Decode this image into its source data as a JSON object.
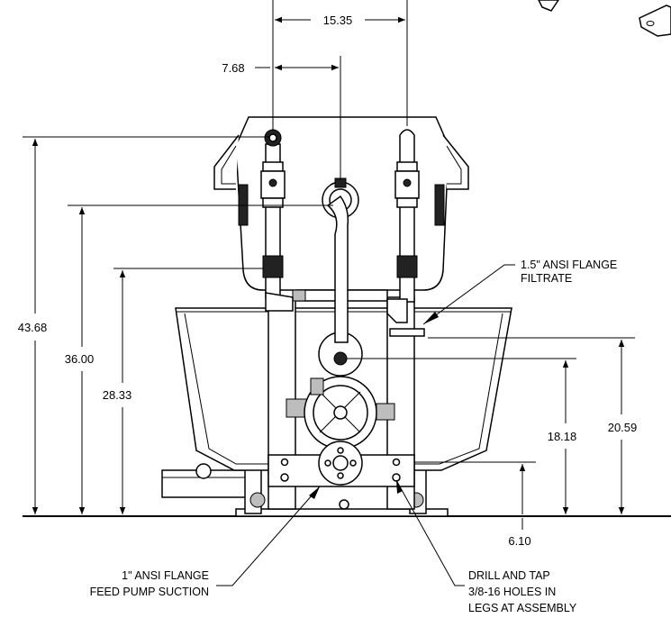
{
  "dimensions": {
    "total_width": "15.35",
    "half_width": "7.68",
    "overall_height": "43.68",
    "feed_height": "36.00",
    "outlet_height": "28.33",
    "tray_height": "20.59",
    "pump_height": "18.18",
    "leg_height": "6.10"
  },
  "callouts": {
    "filtrate_line1": "1.5\" ANSI FLANGE",
    "filtrate_line2": "FILTRATE",
    "suction_line1": "1\" ANSI FLANGE",
    "suction_line2": "FEED PUMP SUCTION",
    "drill_line1": "DRILL AND TAP",
    "drill_line2": "3/8-16 HOLES IN",
    "drill_line3": "LEGS AT ASSEMBLY"
  }
}
